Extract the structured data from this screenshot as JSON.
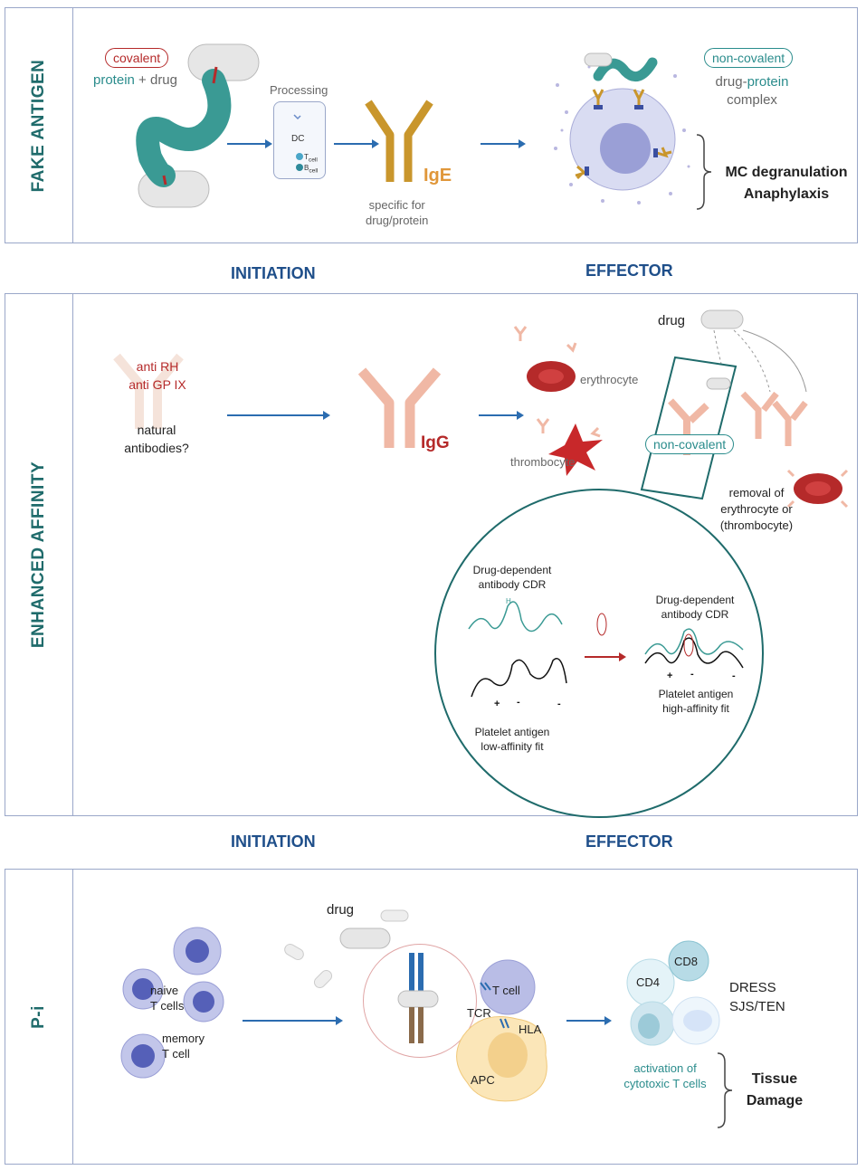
{
  "panels": {
    "fake_antigen": {
      "label": "FAKE ANTIGEN",
      "covalent_label": "covalent",
      "protein_word": "protein",
      "plus_drug": "+ drug",
      "processing": "Processing",
      "dc": "DC",
      "tcell_sub": "T",
      "tcell_sub2": "cell",
      "bcell_sub": "B",
      "bcell_sub2": "cell",
      "ige": "IgE",
      "specific_line1": "specific for",
      "specific_line2": "drug/protein",
      "noncovalent_label": "non-covalent",
      "complex_drug": "drug-",
      "complex_protein": "protein",
      "complex_word": "complex",
      "outcome_line1": "MC degranulation",
      "outcome_line2": "Anaphylaxis"
    },
    "enhanced_affinity": {
      "label": "ENHANCED AFFINITY",
      "anti_rh": "anti RH",
      "anti_gp": "anti GP IX",
      "natural_line1": "natural",
      "natural_line2": "antibodies?",
      "igg": "IgG",
      "erythrocyte": "erythrocyte",
      "thrombocyte": "thrombocyte",
      "drug": "drug",
      "noncovalent_label": "non-covalent",
      "removal_line1": "removal of",
      "removal_line2": "erythrocyte or",
      "removal_line3": "(thrombocyte)",
      "cdr_left_line1": "Drug-dependent",
      "cdr_left_line2": "antibody CDR",
      "cdr_right_line1": "Drug-dependent",
      "cdr_right_line2": "antibody CDR",
      "platelet_low_line1": "Platelet antigen",
      "platelet_low_line2": "low-affinity fit",
      "platelet_high_line1": "Platelet antigen",
      "platelet_high_line2": "high-affinity fit",
      "charges_left": [
        "+",
        "-",
        "-"
      ],
      "charges_right": [
        "+",
        "-",
        "-"
      ],
      "cdr_h": "H"
    },
    "p_i": {
      "label": "P-i",
      "naive_line1": "naive",
      "naive_line2": "T cells",
      "memory_line1": "memory",
      "memory_line2": "T cell",
      "drug": "drug",
      "tcell": "T cell",
      "tcr": "TCR",
      "hla": "HLA",
      "apc": "APC",
      "cd4": "CD4",
      "cd8": "CD8",
      "dress": "DRESS",
      "sjs": "SJS/TEN",
      "activation_line1": "activation of",
      "activation_line2": "cytotoxic T cells",
      "tissue_line1": "Tissue",
      "tissue_line2": "Damage"
    }
  },
  "phases": {
    "initiation_1": "INITIATION",
    "effector_1": "EFFECTOR",
    "initiation_2": "INITIATION",
    "effector_2": "EFFECTOR"
  },
  "colors": {
    "border": "#9aa7c9",
    "teal": "#2a8c8c",
    "red": "#b52a2a",
    "phase_blue": "#1f4f8a",
    "arrow_blue": "#2b6cb0"
  }
}
